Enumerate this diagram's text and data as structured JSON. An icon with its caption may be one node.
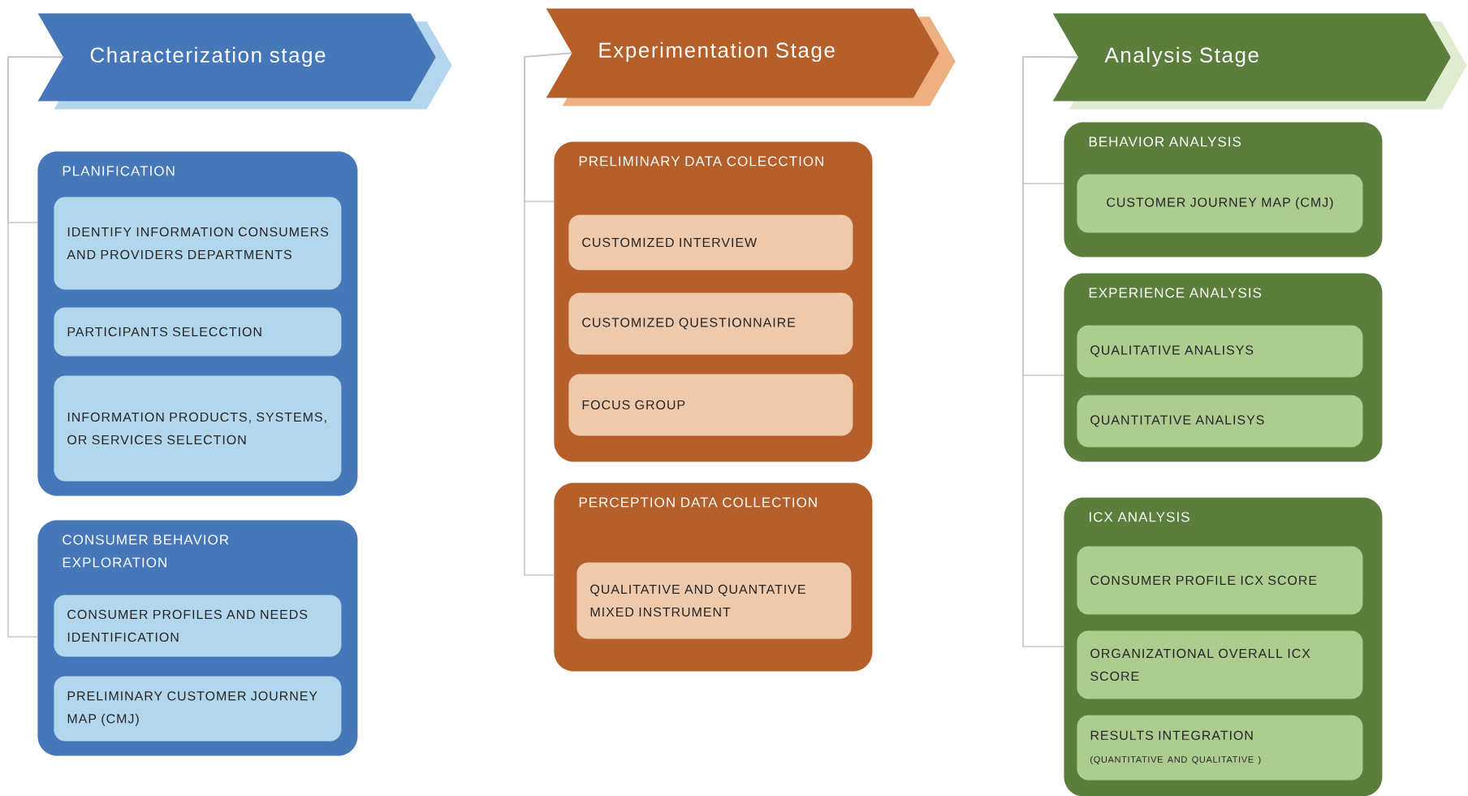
{
  "diagram": {
    "nodes": [
      {
        "text": [
          "Characterization stage"
        ]
      },
      {
        "text": [
          "PLANIFICATION"
        ]
      },
      {
        "text": [
          "IDENTIFY INFORMATION CONSUMERS AND PROVIDERS DEPARTMENTS"
        ],
        "in": 1
      },
      {
        "text": [
          "PARTICIPANTS SELECCTION"
        ],
        "in": 1
      },
      {
        "text": [
          "INFORMATION PRODUCTS, SYSTEMS, OR SERVICES SELECTION"
        ],
        "in": 1
      },
      {
        "text": [
          "CONSUMER BEHAVIOR EXPLORATION"
        ]
      },
      {
        "text": [
          "CONSUMER PROFILES AND NEEDS IDENTIFICATION"
        ],
        "in": 5
      },
      {
        "text": [
          "PRELIMINARY CUSTOMER JOURNEY MAP (CMJ)"
        ],
        "in": 5
      },
      {
        "text": [
          "Experimentation Stage"
        ]
      },
      {
        "text": [
          "PRELIMINARY DATA COLECCTION"
        ]
      },
      {
        "text": [
          "CUSTOMIZED INTERVIEW"
        ],
        "in": 9
      },
      {
        "text": [
          "CUSTOMIZED QUESTIONNAIRE"
        ],
        "in": 9
      },
      {
        "text": [
          "FOCUS GROUP"
        ],
        "in": 9
      },
      {
        "text": [
          "PERCEPTION DATA COLLECTION"
        ]
      },
      {
        "text": [
          "QUALITATIVE AND QUANTATIVE MIXED INSTRUMENT"
        ],
        "in": 13
      },
      {
        "text": [
          "Analysis Stage"
        ]
      },
      {
        "text": [
          "BEHAVIOR ANALYSIS"
        ]
      },
      {
        "text": [
          "CUSTOMER JOURNEY MAP (CMJ)"
        ],
        "in": 16
      },
      {
        "text": [
          "EXPERIENCE ANALYSIS"
        ]
      },
      {
        "text": [
          "QUALITATIVE ANALISYS"
        ],
        "in": 18
      },
      {
        "text": [
          "QUANTITATIVE ANALISYS"
        ],
        "in": 18
      },
      {
        "text": [
          "ICX ANALYSIS"
        ]
      },
      {
        "text": [
          "CONSUMER PROFILE ICX SCORE"
        ],
        "in": 21
      },
      {
        "text": [
          "ORGANIZATIONAL OVERALL ICX SCORE"
        ],
        "in": 21
      },
      {
        "text": [
          "RESULTS INTEGRATION",
          "(QUANTITATIVE AND QUALITATIVE )"
        ],
        "in": 21
      }
    ],
    "edges": [
      {
        "from": 0,
        "to": 1,
        "arrow": "none"
      },
      {
        "from": 0,
        "to": 5,
        "arrow": "none"
      },
      {
        "from": 8,
        "to": 9,
        "arrow": "none"
      },
      {
        "from": 8,
        "to": 13,
        "arrow": "none"
      },
      {
        "from": 15,
        "to": 16,
        "arrow": "none"
      },
      {
        "from": 15,
        "to": 18,
        "arrow": "none"
      },
      {
        "from": 15,
        "to": 21,
        "arrow": "none"
      }
    ]
  }
}
